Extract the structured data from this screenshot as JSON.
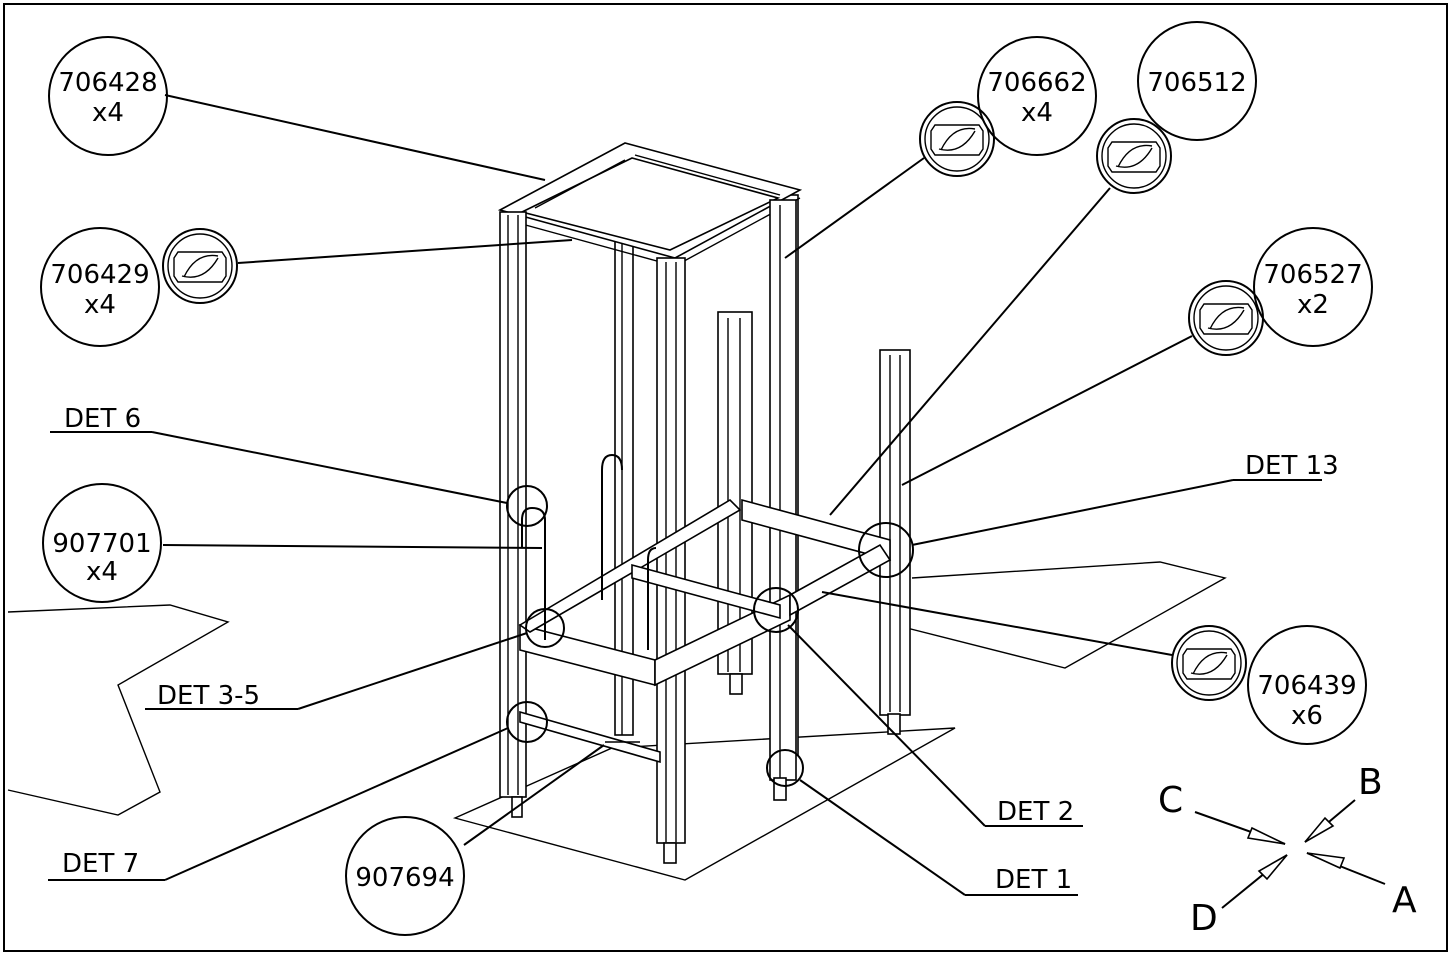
{
  "part_callouts": [
    {
      "id": "706428",
      "qty": "x4",
      "rotate_icon": false
    },
    {
      "id": "706429",
      "qty": "x4",
      "rotate_icon": true
    },
    {
      "id": "907701",
      "qty": "x4",
      "rotate_icon": false
    },
    {
      "id": "907694",
      "qty": "",
      "rotate_icon": false
    },
    {
      "id": "706662",
      "qty": "x4",
      "rotate_icon": true
    },
    {
      "id": "706512",
      "qty": "",
      "rotate_icon": true
    },
    {
      "id": "706527",
      "qty": "x2",
      "rotate_icon": true
    },
    {
      "id": "706439",
      "qty": "x6",
      "rotate_icon": true
    }
  ],
  "detail_labels": [
    "DET 6",
    "DET 3-5",
    "DET 7",
    "DET 13",
    "DET 2",
    "DET 1"
  ],
  "view_directions": [
    "A",
    "B",
    "C",
    "D"
  ],
  "icons": {
    "rotate": "rotate-arrows-icon"
  }
}
